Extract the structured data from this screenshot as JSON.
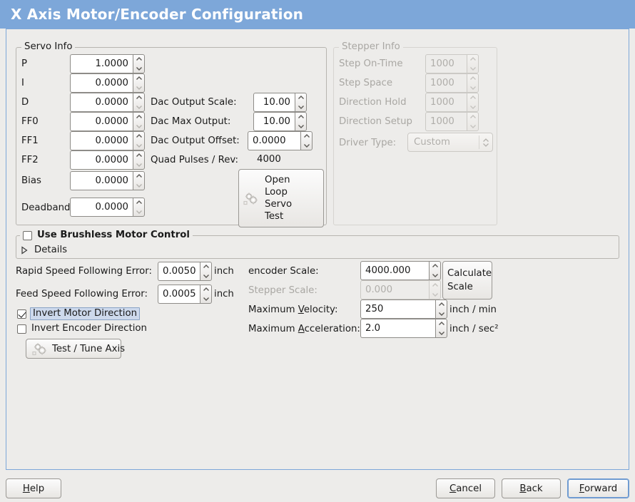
{
  "window": {
    "title": "X Axis Motor/Encoder Configuration",
    "title_bar_color": "#7da7d9",
    "background_color": "#edecea",
    "focus_color": "#6f9bd1"
  },
  "servo_info": {
    "legend": "Servo Info",
    "rows": [
      {
        "label": "P",
        "value": "1.0000"
      },
      {
        "label": "I",
        "value": "0.0000"
      },
      {
        "label": "D",
        "value": "0.0000"
      },
      {
        "label": "FF0",
        "value": "0.0000"
      },
      {
        "label": "FF1",
        "value": "0.0000"
      },
      {
        "label": "FF2",
        "value": "0.0000"
      },
      {
        "label": "Bias",
        "value": "0.0000"
      },
      {
        "label": "Deadband",
        "value": "0.0000"
      }
    ],
    "dac": {
      "output_scale_label": "Dac Output Scale:",
      "output_scale_value": "10.00",
      "max_output_label": "Dac Max Output:",
      "max_output_value": "10.00",
      "output_offset_label": "Dac Output Offset:",
      "output_offset_value": "0.0000",
      "quad_pulses_label": "Quad Pulses / Rev:",
      "quad_pulses_value": "4000"
    },
    "open_loop_button": {
      "line1": "Open",
      "line2": "Loop",
      "line3": "Servo",
      "line4": "Test",
      "icon": "gears-icon"
    }
  },
  "stepper_info": {
    "legend": "Stepper Info",
    "disabled": true,
    "rows": [
      {
        "label": "Step On-Time",
        "value": "1000"
      },
      {
        "label": "Step Space",
        "value": "1000"
      },
      {
        "label": "Direction Hold",
        "value": "1000"
      },
      {
        "label": "Direction Setup",
        "value": "1000"
      }
    ],
    "driver_type_label": "Driver Type:",
    "driver_type_value": "Custom"
  },
  "brushless": {
    "checkbox_label": "Use Brushless Motor Control",
    "checked": false,
    "details_label": "Details",
    "details_expanded": false
  },
  "tuning": {
    "rapid_error_label": "Rapid Speed Following Error:",
    "rapid_error_value": "0.0050",
    "rapid_error_unit": "inch",
    "feed_error_label": "Feed Speed Following Error:",
    "feed_error_value": "0.0005",
    "feed_error_unit": "inch",
    "invert_motor_label": "Invert Motor Direction",
    "invert_motor_checked": true,
    "invert_encoder_label": "Invert Encoder Direction",
    "invert_encoder_checked": false,
    "test_tune_label": "Test / Tune Axis",
    "test_tune_icon": "gears-icon"
  },
  "scales": {
    "encoder_scale_label": "encoder Scale:",
    "encoder_scale_value": "4000.000",
    "stepper_scale_label": "Stepper Scale:",
    "stepper_scale_value": "0.000",
    "stepper_scale_disabled": true,
    "calculate_button_line1": "Calculate",
    "calculate_button_line2": "Scale",
    "max_velocity_label_pre": "Maximum ",
    "max_velocity_label_mn": "V",
    "max_velocity_label_post": "elocity:",
    "max_velocity_value": "250",
    "max_velocity_unit": "inch / min",
    "max_accel_label_pre": "Maximum ",
    "max_accel_label_mn": "A",
    "max_accel_label_post": "cceleration:",
    "max_accel_value": "2.0",
    "max_accel_unit": "inch / sec²"
  },
  "footer": {
    "help_mn": "H",
    "help_rest": "elp",
    "cancel_mn": "C",
    "cancel_rest": "ancel",
    "back_mn": "B",
    "back_rest": "ack",
    "forward_mn": "F",
    "forward_rest": "orward"
  }
}
